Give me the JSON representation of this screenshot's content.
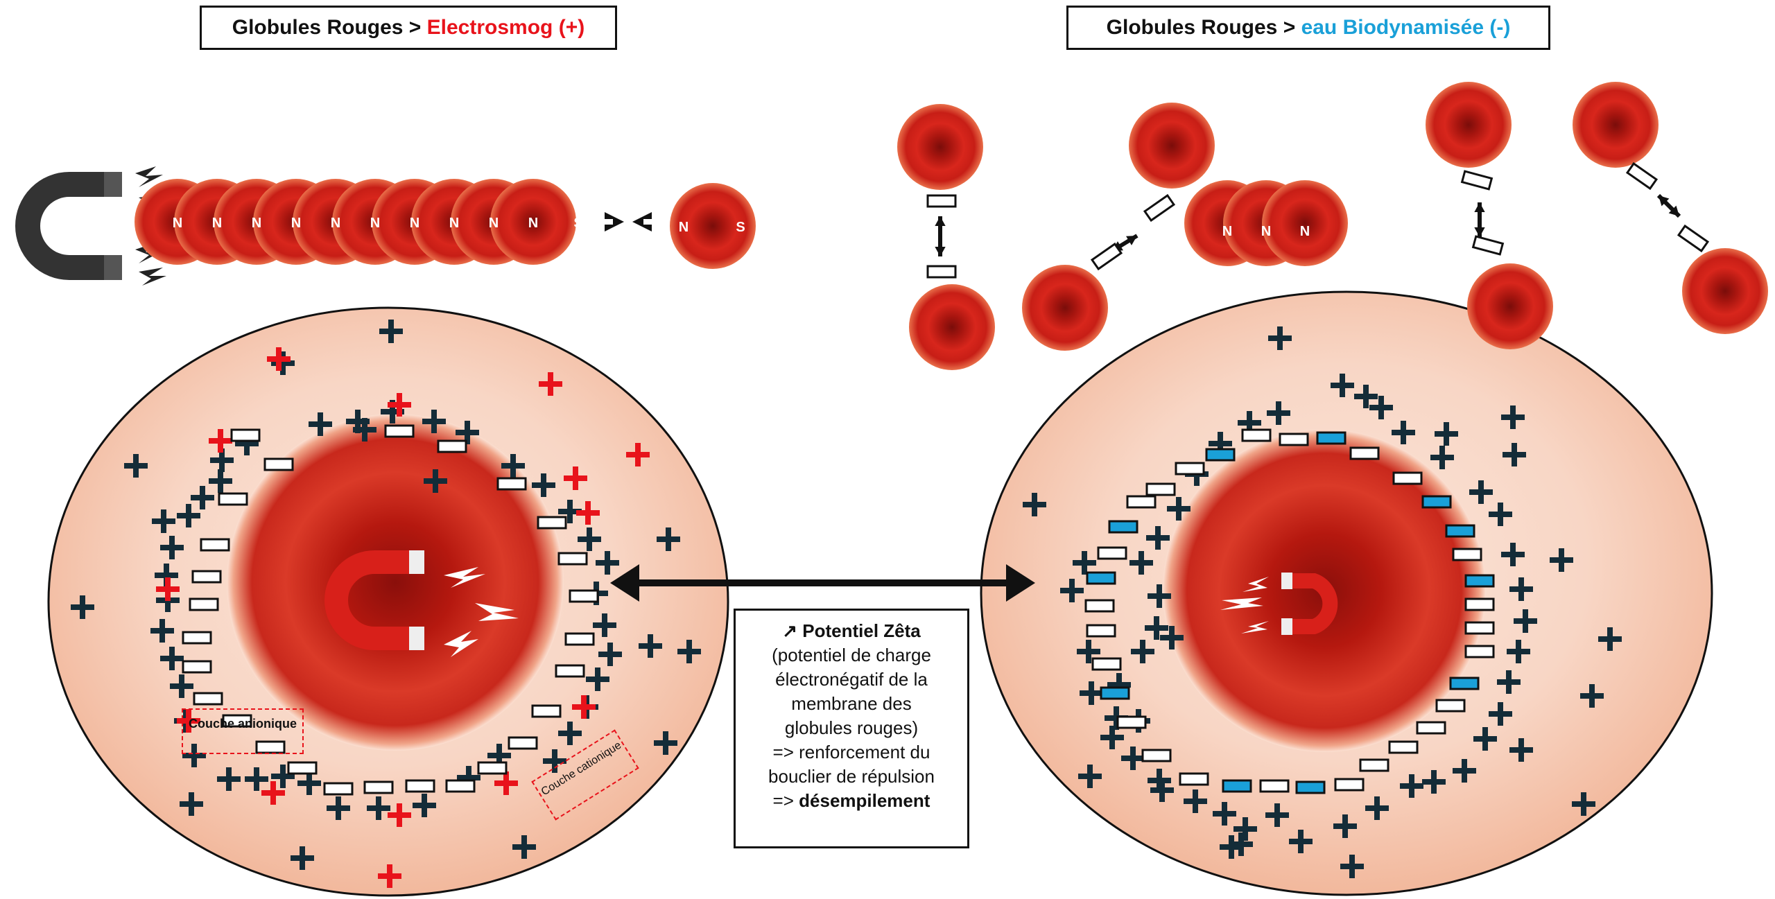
{
  "left_title": {
    "prefix": "Globules Rouges > ",
    "highlight": "Electrosmog (+)",
    "highlight_color": "#e8131b"
  },
  "right_title": {
    "prefix": "Globules Rouges > ",
    "highlight": "eau Biodynamisée (-)",
    "highlight_color": "#1aa0d8"
  },
  "left_chain": {
    "cells": [
      "N",
      "N",
      "N",
      "N",
      "N",
      "N",
      "N",
      "N",
      "N",
      "N S"
    ],
    "single_cell": [
      "N",
      "S"
    ]
  },
  "right_chain": {
    "cells": [
      "N",
      "N",
      "N S"
    ]
  },
  "info_box": {
    "arrow": "↗",
    "heading": "Potentiel Zêta",
    "lines": [
      "(potentiel de charge",
      "électronégatif de la",
      "membrane des",
      "globules rouges)",
      "=> renforcement du",
      "bouclier de répulsion",
      "=> "
    ],
    "final": "désempilement"
  },
  "labels": {
    "anionic": "Couche anionique",
    "cationic": "Couche cationique"
  },
  "colors": {
    "plus_dark": "#142c38",
    "plus_red": "#e8131b",
    "minus_blue": "#1aa0d8",
    "cell_red": "#c0211c",
    "halo": "#f6c9b3"
  },
  "icons": [
    "magnet-icon",
    "lightning-icon",
    "double-arrow-icon",
    "plus-ion-icon",
    "minus-ion-icon",
    "red-blood-cell-icon"
  ]
}
